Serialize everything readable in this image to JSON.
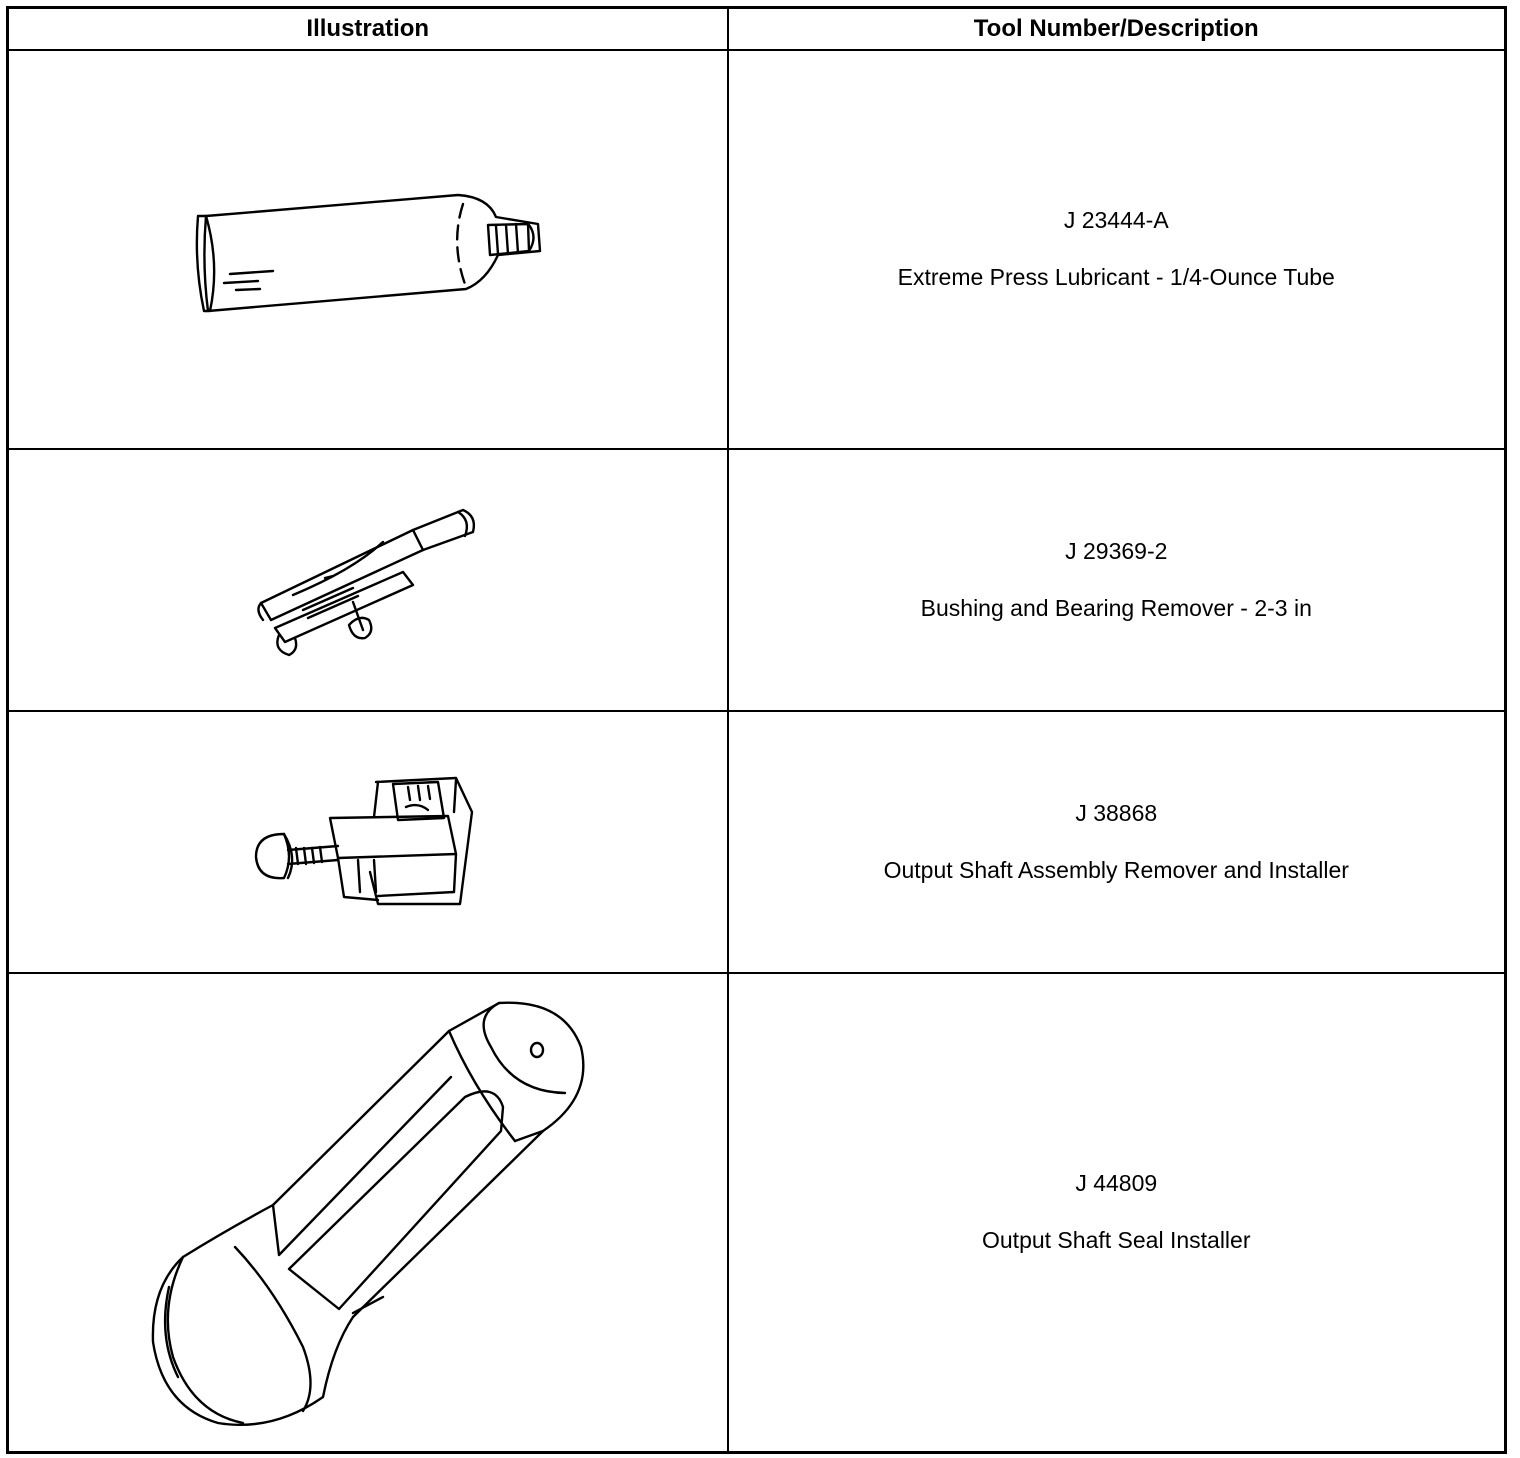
{
  "table": {
    "headers": [
      "Illustration",
      "Tool Number/Description"
    ],
    "rows": [
      {
        "tool_number": "J 23444-A",
        "description": "Extreme Press Lubricant - 1/4-Ounce Tube",
        "icon": "lubricant-tube-icon"
      },
      {
        "tool_number": "J 29369-2",
        "description": "Bushing and Bearing Remover - 2-3 in",
        "icon": "bushing-remover-icon"
      },
      {
        "tool_number": "J 38868",
        "description": "Output Shaft Assembly Remover and Installer",
        "icon": "shaft-remover-installer-icon"
      },
      {
        "tool_number": "J 44809",
        "description": "Output Shaft Seal Installer",
        "icon": "seal-installer-icon"
      }
    ]
  }
}
